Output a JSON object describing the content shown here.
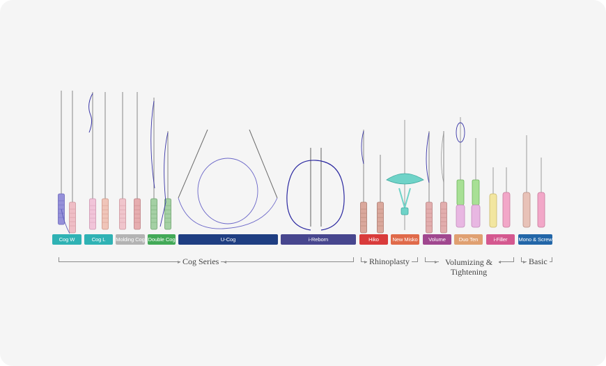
{
  "colors": {
    "background": "#f5f5f5",
    "teal": "#2fb2b4",
    "gray": "#b3b3b3",
    "green": "#42a957",
    "navy": "#1f3e82",
    "indigo": "#47468e",
    "red": "#d93b3b",
    "orange": "#e06a4a",
    "purple": "#a0478f",
    "gold": "#e0a071",
    "pink": "#d4588f",
    "blue": "#2266a8"
  },
  "products": [
    {
      "label": "Cog W",
      "color": "#2fb2b4"
    },
    {
      "label": "Cog L",
      "color": "#2fb2b4"
    },
    {
      "label": "Molding Cog",
      "color": "#b3b3b3"
    },
    {
      "label": "Double Cog",
      "color": "#42a957"
    },
    {
      "label": "U-Cog",
      "color": "#1f3e82"
    },
    {
      "label": "i-Reborn",
      "color": "#47468e"
    },
    {
      "label": "Hiko",
      "color": "#d93b3b"
    },
    {
      "label": "New Misko",
      "color": "#e06a4a"
    },
    {
      "label": "Volume",
      "color": "#a0478f"
    },
    {
      "label": "Duo Ten",
      "color": "#e0a071"
    },
    {
      "label": "i-Filler",
      "color": "#d4588f"
    },
    {
      "label": "Mono & Screw",
      "color": "#2266a8"
    }
  ],
  "groups": [
    {
      "label": "Cog Series"
    },
    {
      "label": "Rhinoplasty"
    },
    {
      "label": "Volumizing &",
      "label2": "Tightening"
    },
    {
      "label": "Basic"
    }
  ]
}
